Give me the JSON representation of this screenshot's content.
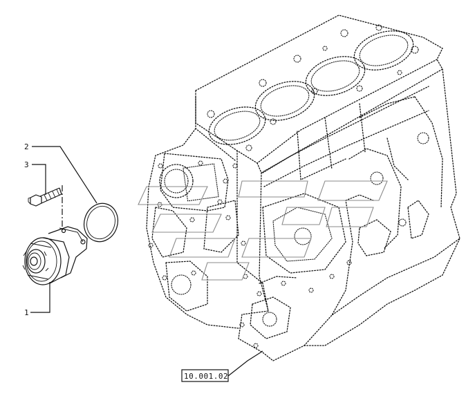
{
  "callouts": [
    {
      "id": "water-pump",
      "label": "1"
    },
    {
      "id": "o-ring",
      "label": "2"
    },
    {
      "id": "bolt",
      "label": "3"
    }
  ],
  "reference": {
    "label": "10.001.02"
  }
}
